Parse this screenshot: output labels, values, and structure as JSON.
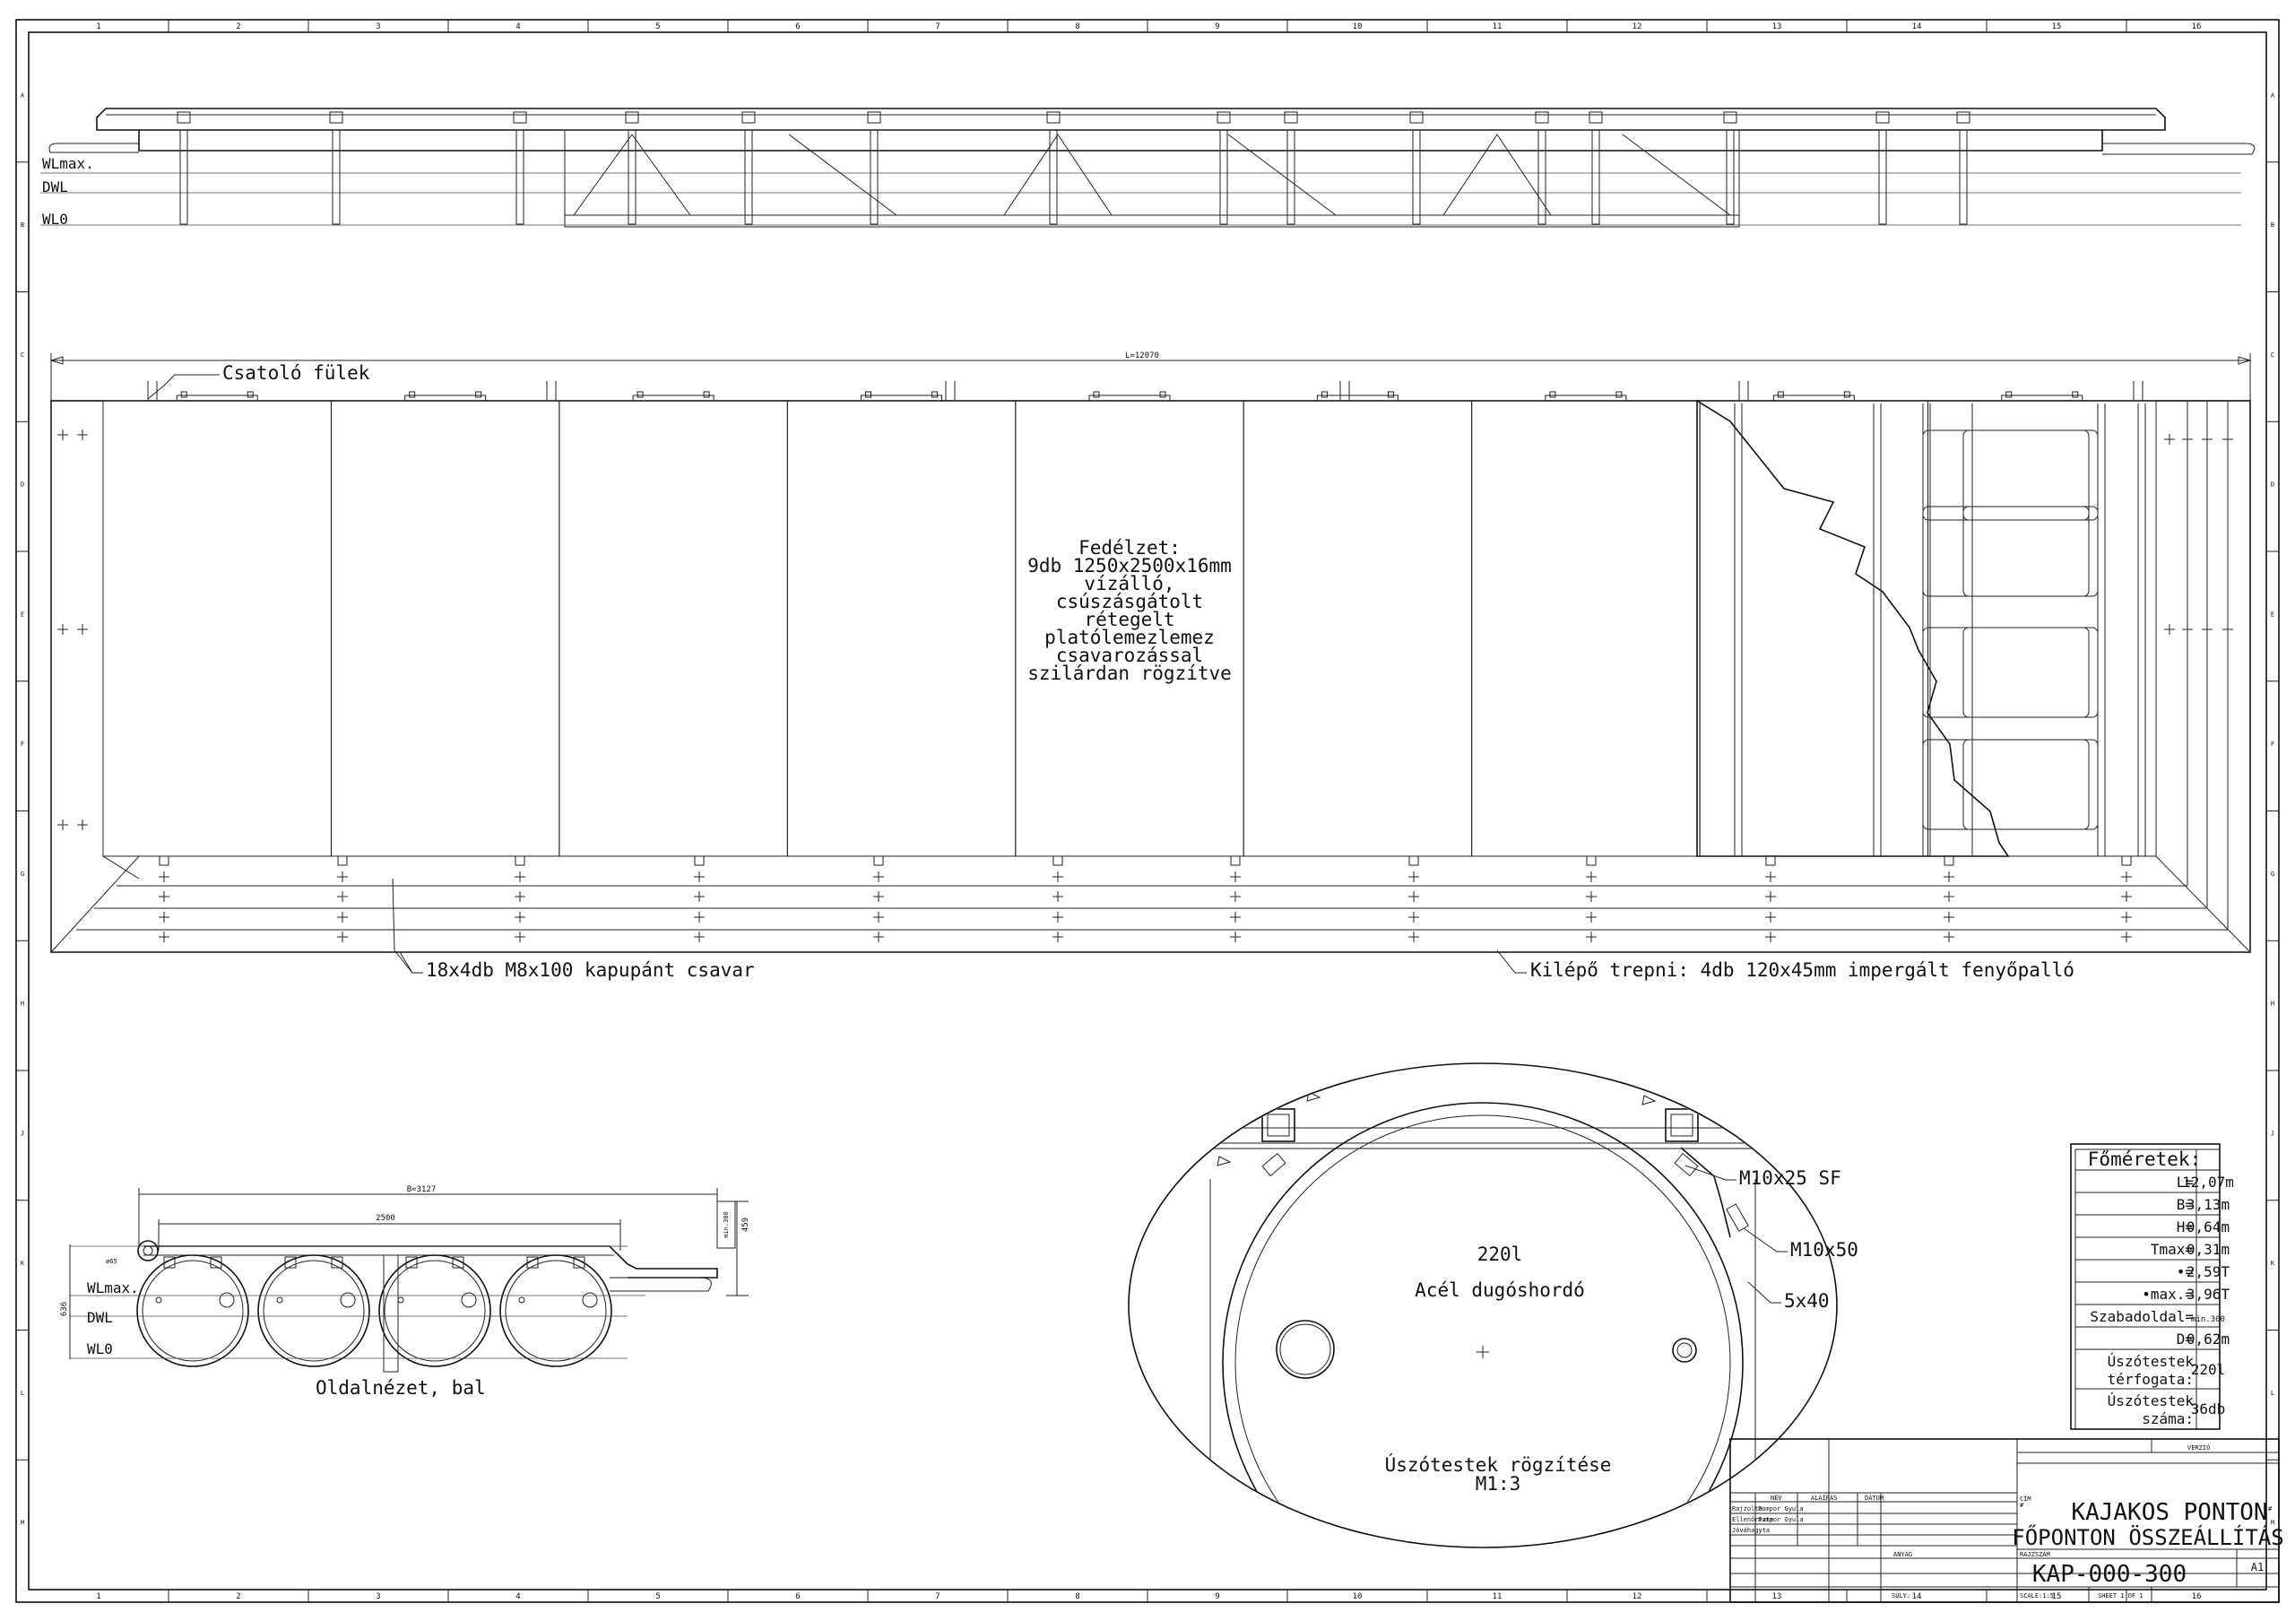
{
  "grid": {
    "columns": [
      "1",
      "2",
      "3",
      "4",
      "5",
      "6",
      "7",
      "8",
      "9",
      "10",
      "11",
      "12",
      "13",
      "14",
      "15",
      "16"
    ],
    "rows": [
      "A",
      "B",
      "C",
      "D",
      "E",
      "F",
      "G",
      "H",
      "J",
      "K",
      "L",
      "M"
    ]
  },
  "elevation": {
    "wl_max": "WLmax.",
    "dwl": "DWL",
    "wl0": "WL0"
  },
  "plan": {
    "length_dim": "L=12070",
    "coupling_label": "Csatoló fülek",
    "deck_note": [
      "Fedélzet:",
      "9db 1250x2500x16mm",
      "vízálló,",
      "csúszásgátolt",
      "rétegelt",
      "platólemezlemez",
      "csavarozással",
      "szilárdan rögzítve"
    ],
    "bolt_label": "18x4db M8x100 kapupánt csavar",
    "step_label": "Kilépő trepni: 4db 120x45mm  impergált fenyőpalló"
  },
  "side_view": {
    "width_dim": "B=3127",
    "inner_dim": "2500",
    "height_dim": "636",
    "freeboard_dim": "min.300",
    "h2_dim": "459",
    "dia_dim": "ø65",
    "wl_max": "WLmax.",
    "dwl": "DWL",
    "wl0": "WL0",
    "caption": "Oldalnézet, bal"
  },
  "detail": {
    "bolt1": "M10x25 SF",
    "bolt2": "M10x50",
    "strap": "5x40",
    "volume": "220l",
    "drum": "Acél dugóshordó",
    "caption": "Úszótestek rögzítése",
    "scale": "M1:3"
  },
  "main_dims": {
    "title": "Főméretek:",
    "rows": [
      {
        "label": "L=",
        "value": "12,07m"
      },
      {
        "label": "B=",
        "value": "3,13m"
      },
      {
        "label": "H=",
        "value": "0,64m"
      },
      {
        "label": "Tmax=",
        "value": "0,31m"
      },
      {
        "label": "•=",
        "value": "2,59T"
      },
      {
        "label": "•max.=",
        "value": "3,96T"
      },
      {
        "label": "Szabadoldal=",
        "value": "min.300"
      },
      {
        "label": "D=",
        "value": "0,62m"
      },
      {
        "label": "Úszótestek térfogata:",
        "value": "220l"
      },
      {
        "label": "Úszótestek száma:",
        "value": "36db"
      }
    ]
  },
  "title_block": {
    "version_label": "VERZIÓ",
    "col_name": "NÉV",
    "col_sign": "ALÁÍRÁS",
    "col_date": "DÁTUM",
    "row_drawn": "Rajzolta",
    "row_checked": "Ellenőrizte",
    "row_approved": "Jóváhagyta",
    "name1": "Pompor Gyula",
    "name2": "Pompor Gyula",
    "title_label": "CÍM",
    "title_line1": "KAJAKOS PONTON",
    "title_line2": "FŐPONTON ÖSSZEÁLLÍTÁS",
    "material_label": "ANYAG",
    "drawing_no_label": "RAJZSZÁM",
    "drawing_no": "KAP-000-300",
    "size": "A1",
    "weight_label": "SÚLY:",
    "scale_label": "SCALE:1:5",
    "sheet_label": "SHEET 1 OF 1"
  }
}
